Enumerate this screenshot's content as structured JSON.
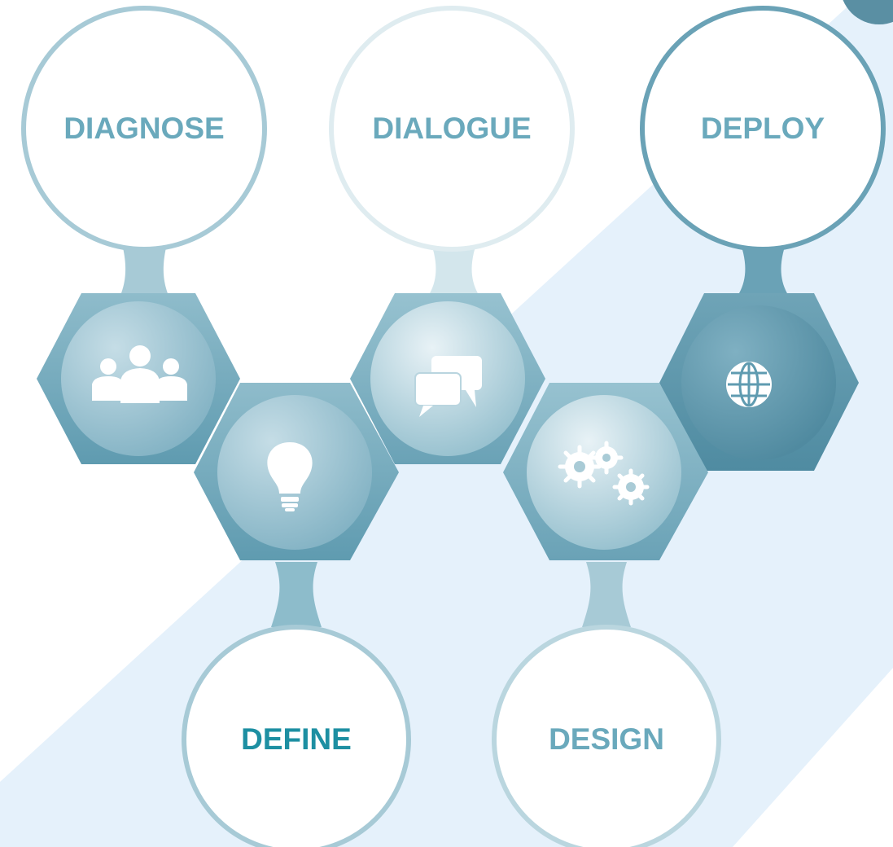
{
  "colors": {
    "background": "#ffffff",
    "band": "#e5f1fb",
    "diagnose": "#6aa9bc",
    "define": "#1d8fa2",
    "dialogue": "#6aa9bc",
    "design": "#6aa9bc",
    "deploy": "#6aa9bc"
  },
  "steps": [
    {
      "id": "diagnose",
      "label": "DIAGNOSE",
      "icon": "people-group-icon"
    },
    {
      "id": "define",
      "label": "DEFINE",
      "icon": "lightbulb-icon"
    },
    {
      "id": "dialogue",
      "label": "DIALOGUE",
      "icon": "chat-bubbles-icon"
    },
    {
      "id": "design",
      "label": "DESIGN",
      "icon": "gears-icon"
    },
    {
      "id": "deploy",
      "label": "DEPLOY",
      "icon": "globe-icon"
    }
  ]
}
